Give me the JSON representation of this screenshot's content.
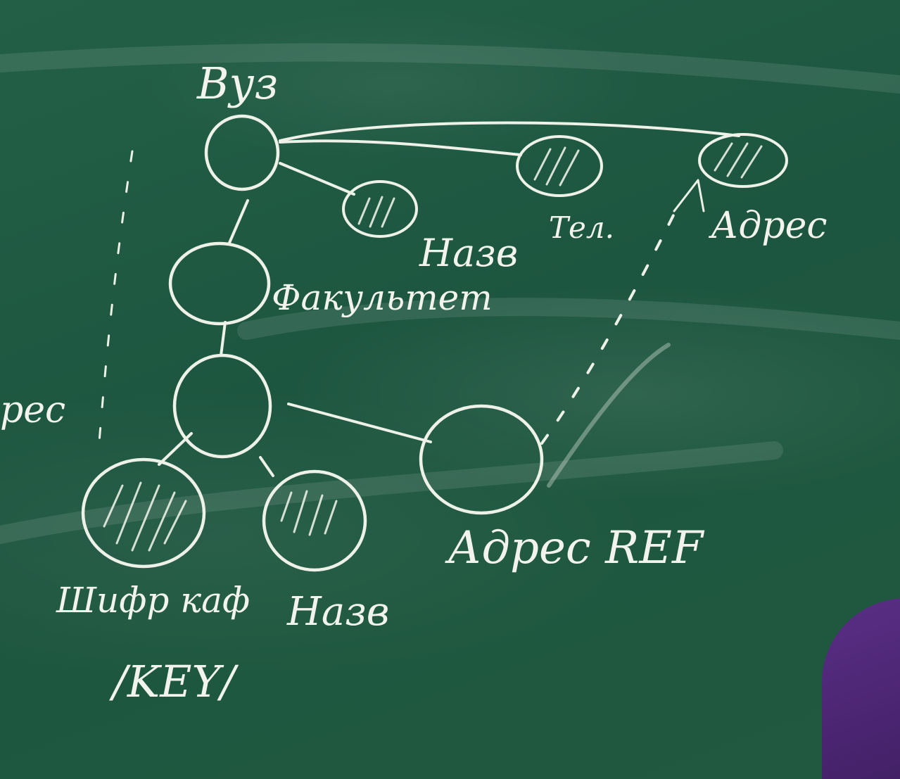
{
  "diagram": {
    "root": {
      "label": "Вуз"
    },
    "attributes": {
      "name_top": "Назв",
      "phone": "Тел.",
      "address_top": "Адрес"
    },
    "faculty": {
      "label": "Факультет"
    },
    "left_margin_text": "рес",
    "key_attribute": {
      "label_line1": "Шифр каф",
      "label_line2": "/KEY/"
    },
    "name_bottom": {
      "label": "Назв"
    },
    "address_ref": {
      "label": "Адрес REF"
    }
  }
}
